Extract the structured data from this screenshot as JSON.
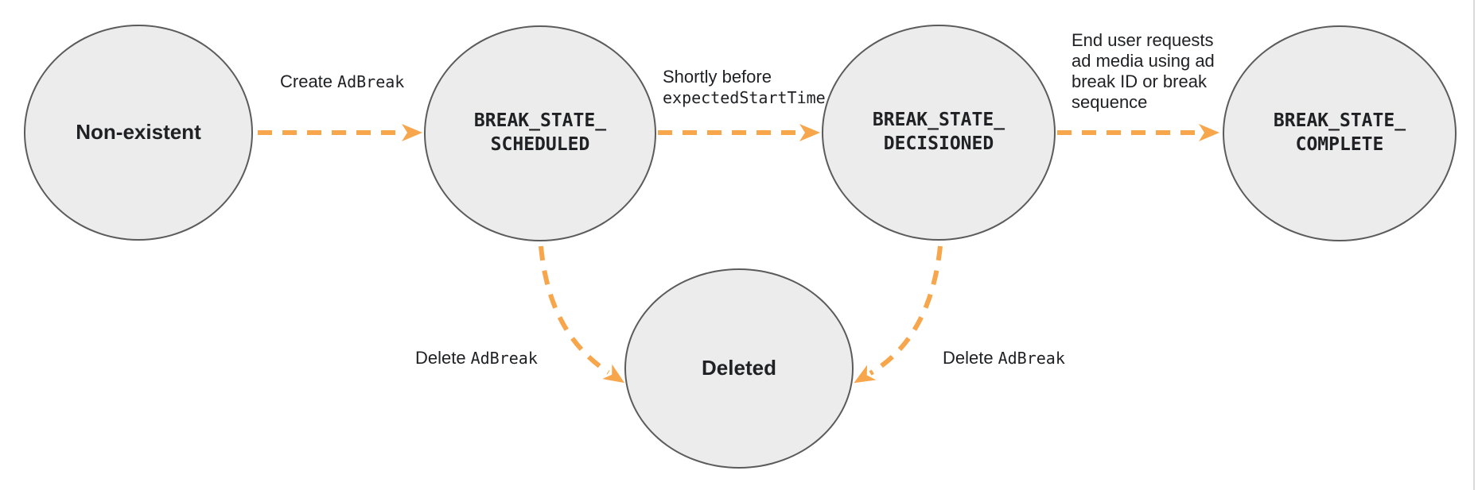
{
  "colors": {
    "arrow": "#F7A64B",
    "node_fill": "#ECECEC",
    "node_border": "#5B5B5B",
    "text": "#202124"
  },
  "states": {
    "non_existent": "Non-existent",
    "scheduled": "BREAK_STATE_\nSCHEDULED",
    "decisioned": "BREAK_STATE_\nDECISIONED",
    "complete": "BREAK_STATE_\nCOMPLETE",
    "deleted": "Deleted"
  },
  "transitions": {
    "create_adbreak": {
      "plain": "Create",
      "code": "AdBreak"
    },
    "shortly_before": {
      "plain": "Shortly before",
      "code": "expectedStartTime"
    },
    "end_user_requests": {
      "plain": "End user requests\nad media using ad\nbreak ID or break\nsequence"
    },
    "delete_adbreak_left": {
      "plain": "Delete",
      "code": "AdBreak"
    },
    "delete_adbreak_right": {
      "plain": "Delete",
      "code": "AdBreak"
    }
  }
}
